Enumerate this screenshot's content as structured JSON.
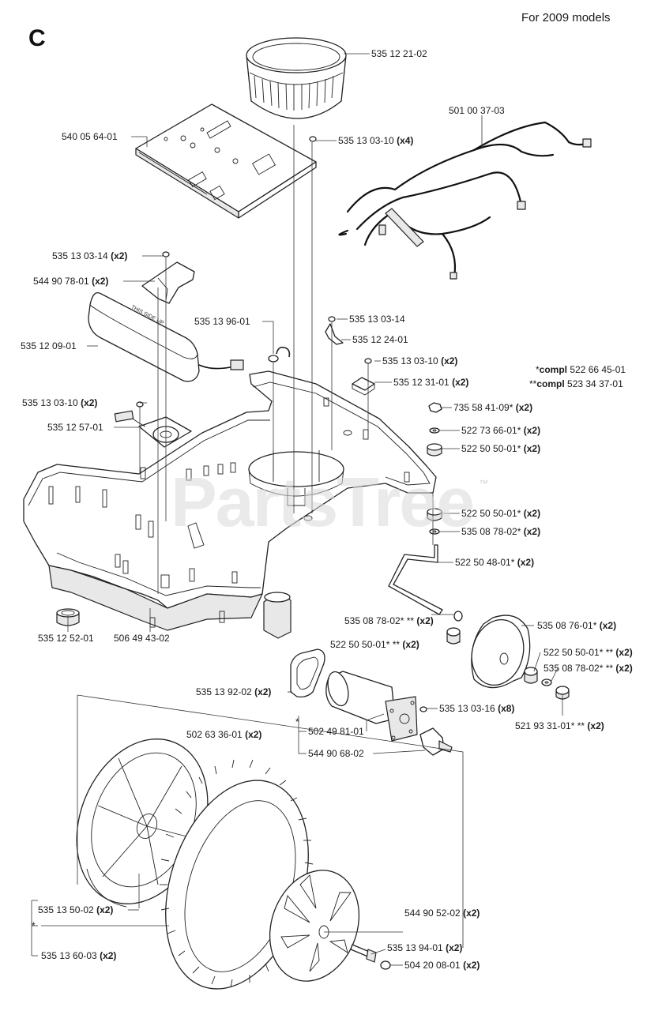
{
  "header": {
    "section_letter": "C",
    "models_note": "For 2009 models"
  },
  "watermark": {
    "text": "PartsTree",
    "trademark": "™"
  },
  "compl_notes": [
    {
      "mark": "*",
      "word": "compl",
      "number": "522 66 45-01"
    },
    {
      "mark": "**",
      "word": "compl",
      "number": "523 34 37-01"
    }
  ],
  "labels": [
    {
      "id": "l01",
      "text": "535 12 21-02",
      "qty": ""
    },
    {
      "id": "l02",
      "text": "540 05 64-01",
      "qty": ""
    },
    {
      "id": "l03",
      "text": "535 13 03-10",
      "qty": "(x4)"
    },
    {
      "id": "l04",
      "text": "501 00 37-03",
      "qty": ""
    },
    {
      "id": "l05",
      "text": "535 13 03-14",
      "qty": "(x2)"
    },
    {
      "id": "l06",
      "text": "544 90 78-01",
      "qty": "(x2)"
    },
    {
      "id": "l07",
      "text": "535 13 96-01",
      "qty": ""
    },
    {
      "id": "l08",
      "text": "535 13 03-14",
      "qty": ""
    },
    {
      "id": "l09",
      "text": "535 12 24-01",
      "qty": ""
    },
    {
      "id": "l10",
      "text": "535 12 09-01",
      "qty": ""
    },
    {
      "id": "l11",
      "text": "535 13 03-10",
      "qty": "(x2)"
    },
    {
      "id": "l12",
      "text": "535 12 31-01",
      "qty": "(x2)"
    },
    {
      "id": "l13",
      "text": "535 13 03-10",
      "qty": "(x2)"
    },
    {
      "id": "l14",
      "text": "535 12 57-01",
      "qty": ""
    },
    {
      "id": "l15",
      "text": "735 58 41-09*",
      "qty": "(x2)"
    },
    {
      "id": "l16",
      "text": "522 73 66-01*",
      "qty": "(x2)"
    },
    {
      "id": "l17",
      "text": "522 50 50-01*",
      "qty": "(x2)"
    },
    {
      "id": "l18",
      "text": "522 50 50-01*",
      "qty": "(x2)"
    },
    {
      "id": "l19",
      "text": "535 08 78-02*",
      "qty": "(x2)"
    },
    {
      "id": "l20",
      "text": "522 50 48-01*",
      "qty": "(x2)"
    },
    {
      "id": "l21",
      "text": "535 08 78-02* **",
      "qty": "(x2)"
    },
    {
      "id": "l22",
      "text": "535 08 76-01*",
      "qty": "(x2)"
    },
    {
      "id": "l23",
      "text": "522 50 50-01* **",
      "qty": "(x2)"
    },
    {
      "id": "l24",
      "text": "522 50 50-01* **",
      "qty": "(x2)"
    },
    {
      "id": "l25",
      "text": "535 08 78-02* **",
      "qty": "(x2)"
    },
    {
      "id": "l26",
      "text": "535 12 52-01",
      "qty": ""
    },
    {
      "id": "l27",
      "text": "506 49 43-02",
      "qty": ""
    },
    {
      "id": "l28",
      "text": "535 13 92-02",
      "qty": "(x2)"
    },
    {
      "id": "l29",
      "text": "535 13 03-16",
      "qty": "(x8)"
    },
    {
      "id": "l30",
      "text": "521 93 31-01* **",
      "qty": "(x2)"
    },
    {
      "id": "l31",
      "text": "502 63 36-01",
      "qty": "(x2)"
    },
    {
      "id": "l32",
      "text": "502 49 81-01",
      "qty": ""
    },
    {
      "id": "l33",
      "text": "544 90 68-02",
      "qty": ""
    },
    {
      "id": "l34",
      "text": "535 13 50-02",
      "qty": "(x2)"
    },
    {
      "id": "l35",
      "text": "544 90 52-02",
      "qty": "(x2)"
    },
    {
      "id": "l36",
      "text": "535 13 94-01",
      "qty": "(x2)"
    },
    {
      "id": "l37",
      "text": "504 20 08-01",
      "qty": "(x2)"
    },
    {
      "id": "l38",
      "text": "535 13 60-03",
      "qty": "(x2)"
    }
  ],
  "star_marks": {
    "motor_group": "*",
    "wheel_group": "*"
  }
}
